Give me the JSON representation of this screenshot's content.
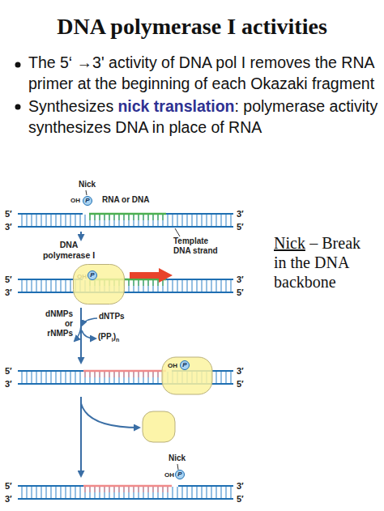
{
  "diagram": {
    "title": "DNA polymerase I activities",
    "nodes": [
      {
        "text": [
          "P"
        ]
      },
      {
        "text": [
          "DNA polymerase I"
        ]
      },
      {
        "text": [
          "P"
        ],
        "in": 1
      },
      {
        "text": [
          "P"
        ]
      },
      {
        "text": [
          "P"
        ]
      }
    ],
    "labels": [
      "The 5‘ →3' activity of DNA pol I removes the RNA primer at the beginning of each Okazaki fragment",
      "Synthesizes",
      "nick translation",
      ": polymerase activity synthesizes DNA in place of RNA",
      "Nick",
      "OH",
      "RNA or DNA",
      "5′",
      "3′",
      "3′",
      "5′",
      "Template DNA strand",
      "5′",
      "3′",
      "3′",
      "5′",
      "OH",
      "dNMPs or rNMPs",
      "dNTPs",
      "(PP",
      "i",
      ")",
      "n",
      "5′",
      "3′",
      "3′",
      "5′",
      "OH",
      "Nick",
      "OH",
      "5′",
      "3′",
      "3′",
      "5′",
      "Nick",
      "– Break in the DNA backbone"
    ]
  }
}
